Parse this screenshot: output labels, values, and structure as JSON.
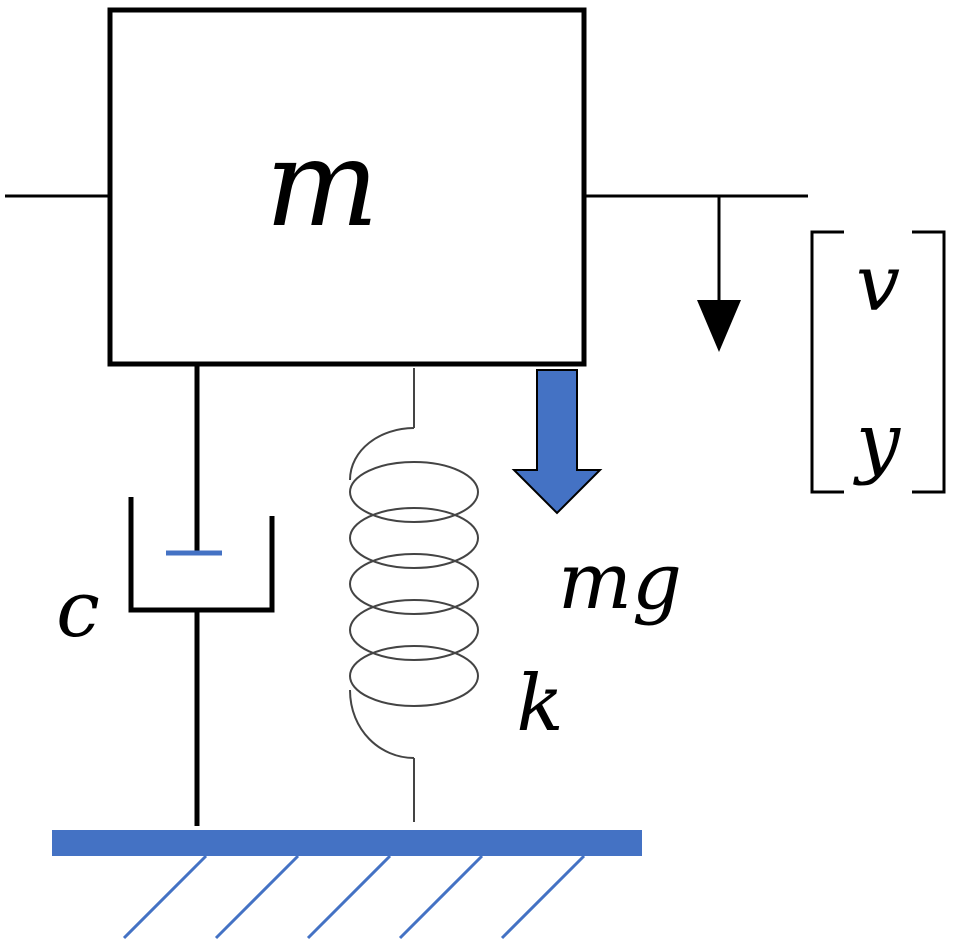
{
  "labels": {
    "mass": "m",
    "damper": "c",
    "spring": "k",
    "gravity": "mg",
    "vector_top": "v",
    "vector_bottom": "y"
  },
  "colors": {
    "ink": "#000000",
    "accent": "#4472C4",
    "spring": "#444444",
    "background": "#ffffff"
  }
}
